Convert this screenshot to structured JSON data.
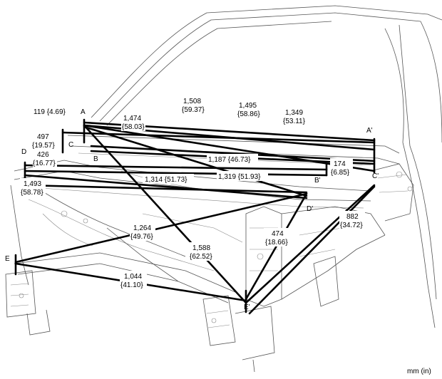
{
  "unit_note": "mm (in)",
  "points": {
    "A": "A",
    "A_prime": "A'",
    "B": "B",
    "B_prime": "B'",
    "C": "C",
    "C_prime": "C'",
    "D": "D",
    "D_prime": "D'",
    "E": "E",
    "E_prime": "E'"
  },
  "measurements": [
    {
      "id": "m119",
      "text": "119 {4.69}"
    },
    {
      "id": "m1474",
      "line1": "1,474",
      "line2": "{58.03}"
    },
    {
      "id": "m1508",
      "line1": "1,508",
      "line2": "{59.37}"
    },
    {
      "id": "m1495",
      "line1": "1,495",
      "line2": "{58.86}"
    },
    {
      "id": "m1349",
      "line1": "1,349",
      "line2": "{53.11}"
    },
    {
      "id": "m497",
      "line1": "497",
      "line2": "{19.57}"
    },
    {
      "id": "m426",
      "line1": "426",
      "line2": "{16.77}"
    },
    {
      "id": "m1187",
      "text": "1,187 {46.73}"
    },
    {
      "id": "m174",
      "line1": "174",
      "line2": "{6.85}"
    },
    {
      "id": "m1314",
      "text": "1,314 {51.73}"
    },
    {
      "id": "m1319",
      "text": "1,319 {51.93}"
    },
    {
      "id": "m1493",
      "line1": "1,493",
      "line2": "{58.78}"
    },
    {
      "id": "m1264",
      "line1": "1,264",
      "line2": "{49.76}"
    },
    {
      "id": "m474",
      "line1": "474",
      "line2": "{18.66}"
    },
    {
      "id": "m882",
      "line1": "882",
      "line2": "{34.72}"
    },
    {
      "id": "m1588",
      "line1": "1,588",
      "line2": "{62.52}"
    },
    {
      "id": "m1044",
      "line1": "1,044",
      "line2": "{41.10}"
    }
  ]
}
